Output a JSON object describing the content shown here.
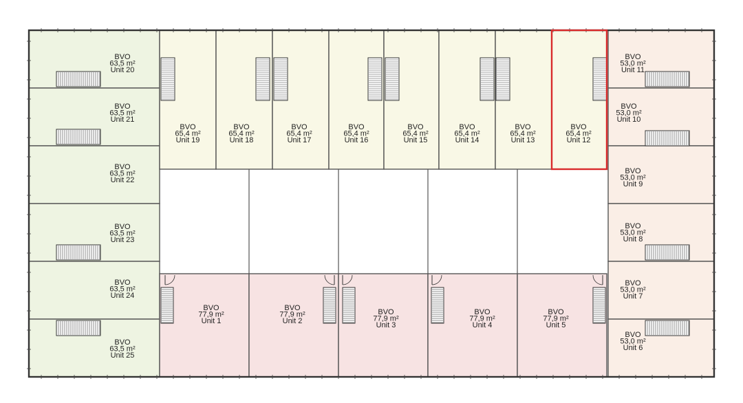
{
  "colors": {
    "left_units": "#eef4e2",
    "top_units": "#f9f8e6",
    "bottom_units": "#f7e3e3",
    "right_units": "#faeee6",
    "wall": "#555555",
    "highlight": "#d92b2b"
  },
  "units": [
    {
      "id": "u20",
      "type": "BVO",
      "area": "63,5 m²",
      "name": "Unit 20",
      "group": "left"
    },
    {
      "id": "u21",
      "type": "BVO",
      "area": "63,5 m²",
      "name": "Unit 21",
      "group": "left"
    },
    {
      "id": "u22",
      "type": "BVO",
      "area": "63,5 m²",
      "name": "Unit 22",
      "group": "left"
    },
    {
      "id": "u23",
      "type": "BVO",
      "area": "63,5 m²",
      "name": "Unit 23",
      "group": "left"
    },
    {
      "id": "u24",
      "type": "BVO",
      "area": "63,5 m²",
      "name": "Unit 24",
      "group": "left"
    },
    {
      "id": "u25",
      "type": "BVO",
      "area": "63,5 m²",
      "name": "Unit 25",
      "group": "left"
    },
    {
      "id": "u19",
      "type": "BVO",
      "area": "65,4 m²",
      "name": "Unit 19",
      "group": "top"
    },
    {
      "id": "u18",
      "type": "BVO",
      "area": "65,4 m²",
      "name": "Unit 18",
      "group": "top"
    },
    {
      "id": "u17",
      "type": "BVO",
      "area": "65,4 m²",
      "name": "Unit 17",
      "group": "top"
    },
    {
      "id": "u16",
      "type": "BVO",
      "area": "65,4 m²",
      "name": "Unit 16",
      "group": "top"
    },
    {
      "id": "u15",
      "type": "BVO",
      "area": "65,4 m²",
      "name": "Unit 15",
      "group": "top"
    },
    {
      "id": "u14",
      "type": "BVO",
      "area": "65,4 m²",
      "name": "Unit 14",
      "group": "top"
    },
    {
      "id": "u13",
      "type": "BVO",
      "area": "65,4 m²",
      "name": "Unit 13",
      "group": "top"
    },
    {
      "id": "u12",
      "type": "BVO",
      "area": "65,4 m²",
      "name": "Unit 12",
      "group": "top",
      "selected": true
    },
    {
      "id": "u11",
      "type": "BVO",
      "area": "53,0 m²",
      "name": "Unit 11",
      "group": "right"
    },
    {
      "id": "u10",
      "type": "BVO",
      "area": "53,0 m²",
      "name": "Unit 10",
      "group": "right"
    },
    {
      "id": "u9",
      "type": "BVO",
      "area": "53,0 m²",
      "name": "Unit 9",
      "group": "right"
    },
    {
      "id": "u8",
      "type": "BVO",
      "area": "53,0 m²",
      "name": "Unit 8",
      "group": "right"
    },
    {
      "id": "u7",
      "type": "BVO",
      "area": "53,0 m²",
      "name": "Unit 7",
      "group": "right"
    },
    {
      "id": "u6",
      "type": "BVO",
      "area": "53,0 m²",
      "name": "Unit 6",
      "group": "right"
    },
    {
      "id": "u1",
      "type": "BVO",
      "area": "77,9 m²",
      "name": "Unit 1",
      "group": "bottom"
    },
    {
      "id": "u2",
      "type": "BVO",
      "area": "77,9 m²",
      "name": "Unit 2",
      "group": "bottom"
    },
    {
      "id": "u3",
      "type": "BVO",
      "area": "77,9 m²",
      "name": "Unit 3",
      "group": "bottom"
    },
    {
      "id": "u4",
      "type": "BVO",
      "area": "77,9 m²",
      "name": "Unit 4",
      "group": "bottom"
    },
    {
      "id": "u5",
      "type": "BVO",
      "area": "77,9 m²",
      "name": "Unit 5",
      "group": "bottom"
    }
  ]
}
